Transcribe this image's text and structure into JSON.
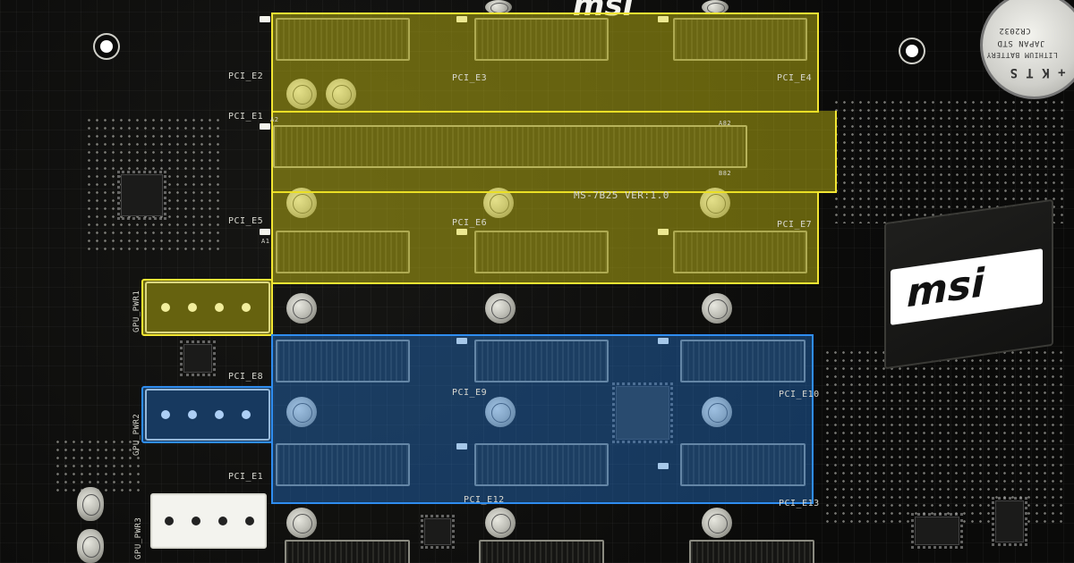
{
  "board": {
    "model": "MS-7B25 VER:1.0",
    "brand_top": "msi",
    "brand_heatsink": "msi",
    "slot_labels": {
      "e1": "PCI_E1",
      "e2": "PCI_E2",
      "e3": "PCI_E3",
      "e4": "PCI_E4",
      "e5": "PCI_E5",
      "e6": "PCI_E6",
      "e7": "PCI_E7",
      "e8": "PCI_E8",
      "e9": "PCI_E9",
      "e10": "PCI_E10",
      "e11": "PCI_E1",
      "e12": "PCI_E12",
      "e13": "PCI_E13"
    },
    "pin_labels": {
      "a2": "A2",
      "a1": "A1",
      "a82": "A82",
      "b82": "B82"
    },
    "power_labels": {
      "pwr1": "GPU_PWR1",
      "pwr2": "GPU_PWR2",
      "pwr3": "GPU_PWR3"
    },
    "battery": {
      "line1": "CR2032",
      "line2": "JAPAN STD",
      "line3": "LITHIUM BATTERY",
      "line4": "+ K T S",
      "corner": "+"
    }
  },
  "overlays": {
    "yellow_color": "#f2e633",
    "blue_color": "#2f8df0"
  }
}
